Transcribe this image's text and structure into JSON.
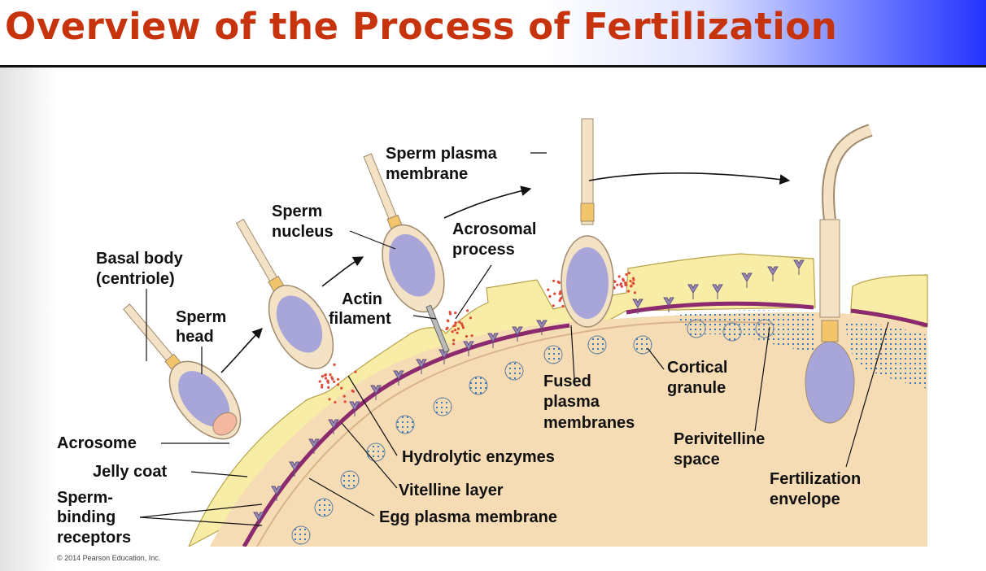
{
  "title": "Overview of the Process of Fertilization",
  "labels": {
    "sperm_plasma_membrane_1": "Sperm plasma",
    "sperm_plasma_membrane_2": "membrane",
    "sperm_nucleus_1": "Sperm",
    "sperm_nucleus_2": "nucleus",
    "acrosomal_process_1": "Acrosomal",
    "acrosomal_process_2": "process",
    "basal_body_1": "Basal body",
    "basal_body_2": "(centriole)",
    "sperm_head_1": "Sperm",
    "sperm_head_2": "head",
    "actin_filament_1": "Actin",
    "actin_filament_2": "filament",
    "acrosome": "Acrosome",
    "jelly_coat": "Jelly coat",
    "receptors_1": "Sperm-",
    "receptors_2": "binding",
    "receptors_3": "receptors",
    "hydrolytic_enzymes": "Hydrolytic enzymes",
    "vitelline_layer": "Vitelline layer",
    "egg_plasma_membrane": "Egg plasma membrane",
    "fused_1": "Fused",
    "fused_2": "plasma",
    "fused_3": "membranes",
    "cortical_1": "Cortical",
    "cortical_2": "granule",
    "perivitelline_1": "Perivitelline",
    "perivitelline_2": "space",
    "fert_env_1": "Fertilization",
    "fert_env_2": "envelope"
  },
  "copyright": "© 2014 Pearson Education, Inc.",
  "colors": {
    "title": "#c7330c",
    "jelly": "#f8eda6",
    "cytoplasm": "#f6dcb4",
    "membrane": "#8b2a6e",
    "nucleus": "#a8a6d8",
    "receptor": "#9c8cb8",
    "granule_dots": "#2b6fb8",
    "enzymes": "#e04a3a"
  }
}
